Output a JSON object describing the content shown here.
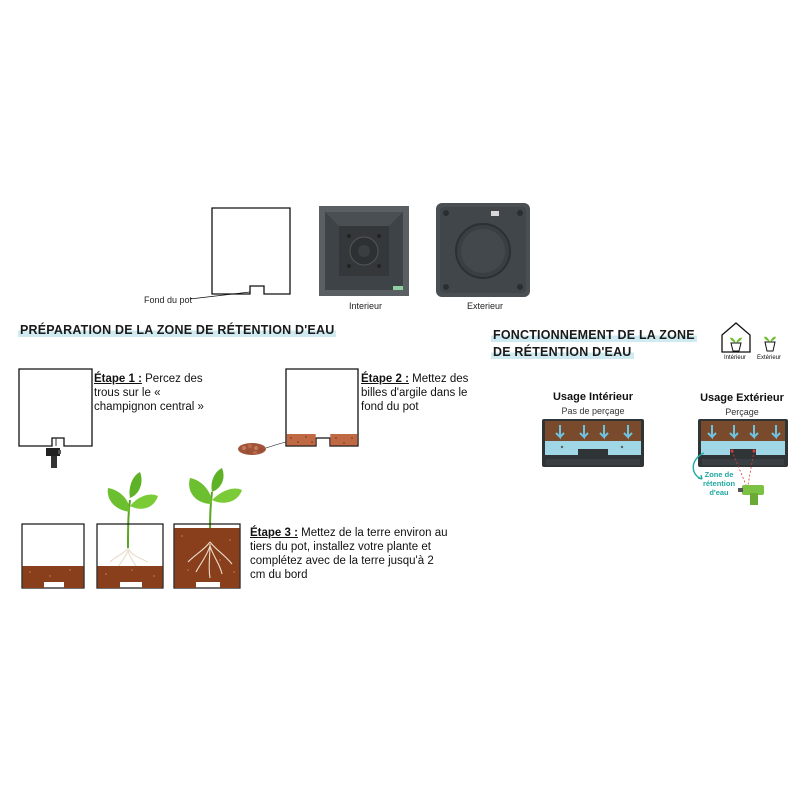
{
  "top": {
    "fond_label": "Fond du pot",
    "interieur_label": "Interieur",
    "exterieur_label": "Exterieur"
  },
  "left": {
    "heading": "PRÉPARATION DE LA ZONE DE RÉTENTION D'EAU",
    "step1": {
      "label": "Étape 1 :",
      "text": "Percez des trous sur le « champignon central »"
    },
    "step2": {
      "label": "Étape 2 :",
      "text": "Mettez des billes d'argile dans le fond du pot"
    },
    "step3": {
      "label": "Étape 3 :",
      "text": "Mettez de la terre environ au tiers du pot, installez votre plante et complétez avec de la terre jusqu'à 2 cm du bord"
    }
  },
  "right": {
    "heading_line1": "FONCTIONNEMENT DE LA ZONE",
    "heading_line2": "DE RÉTENTION D'EAU",
    "icon_interieur": "Intérieur",
    "icon_exterieur": "Extérieur",
    "usage_int": {
      "title": "Usage Intérieur",
      "sub": "Pas de perçage"
    },
    "usage_ext": {
      "title": "Usage Extérieur",
      "sub": "Perçage"
    },
    "zone_label_1": "Zone de",
    "zone_label_2": "rétention",
    "zone_label_3": "d'eau"
  },
  "colors": {
    "soil": "#8a3f1c",
    "clay": "#b0603a",
    "water": "#9fd7e6",
    "accent": "#1fa9a0",
    "leaf": "#6cbf2e",
    "pot_dark": "#454a4f"
  }
}
